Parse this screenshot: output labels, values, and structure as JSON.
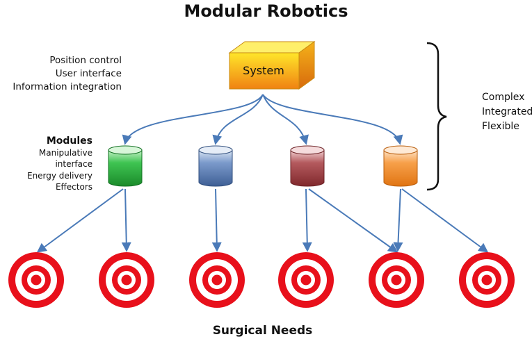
{
  "title": "Modular Robotics",
  "system_label": "System",
  "system_functions": [
    "Position control",
    "User interface",
    "Information integration"
  ],
  "modules": {
    "heading": "Modules",
    "items": [
      "Manipulative interface",
      "Energy delivery",
      "Effectors"
    ]
  },
  "properties": [
    "Complex",
    "Integrated",
    "Flexible"
  ],
  "bottom_label": "Surgical Needs",
  "colors": {
    "arrow": "#4a7ab8",
    "target_red": "#e8101b",
    "system_top": "#ffe020",
    "system_bottom": "#f08a10",
    "module_green": "#22a53a",
    "module_blue": "#5a7fb8",
    "module_red": "#9c3a3e",
    "module_orange": "#f08a2a"
  },
  "module_cylinders": [
    {
      "name": "module-green",
      "color": "green"
    },
    {
      "name": "module-blue",
      "color": "blue"
    },
    {
      "name": "module-red",
      "color": "red"
    },
    {
      "name": "module-orange",
      "color": "orange"
    }
  ],
  "targets_count": 6,
  "icons": [
    "system-box-icon",
    "cylinder-icon",
    "target-icon",
    "curly-brace-icon",
    "arrow-icon"
  ]
}
